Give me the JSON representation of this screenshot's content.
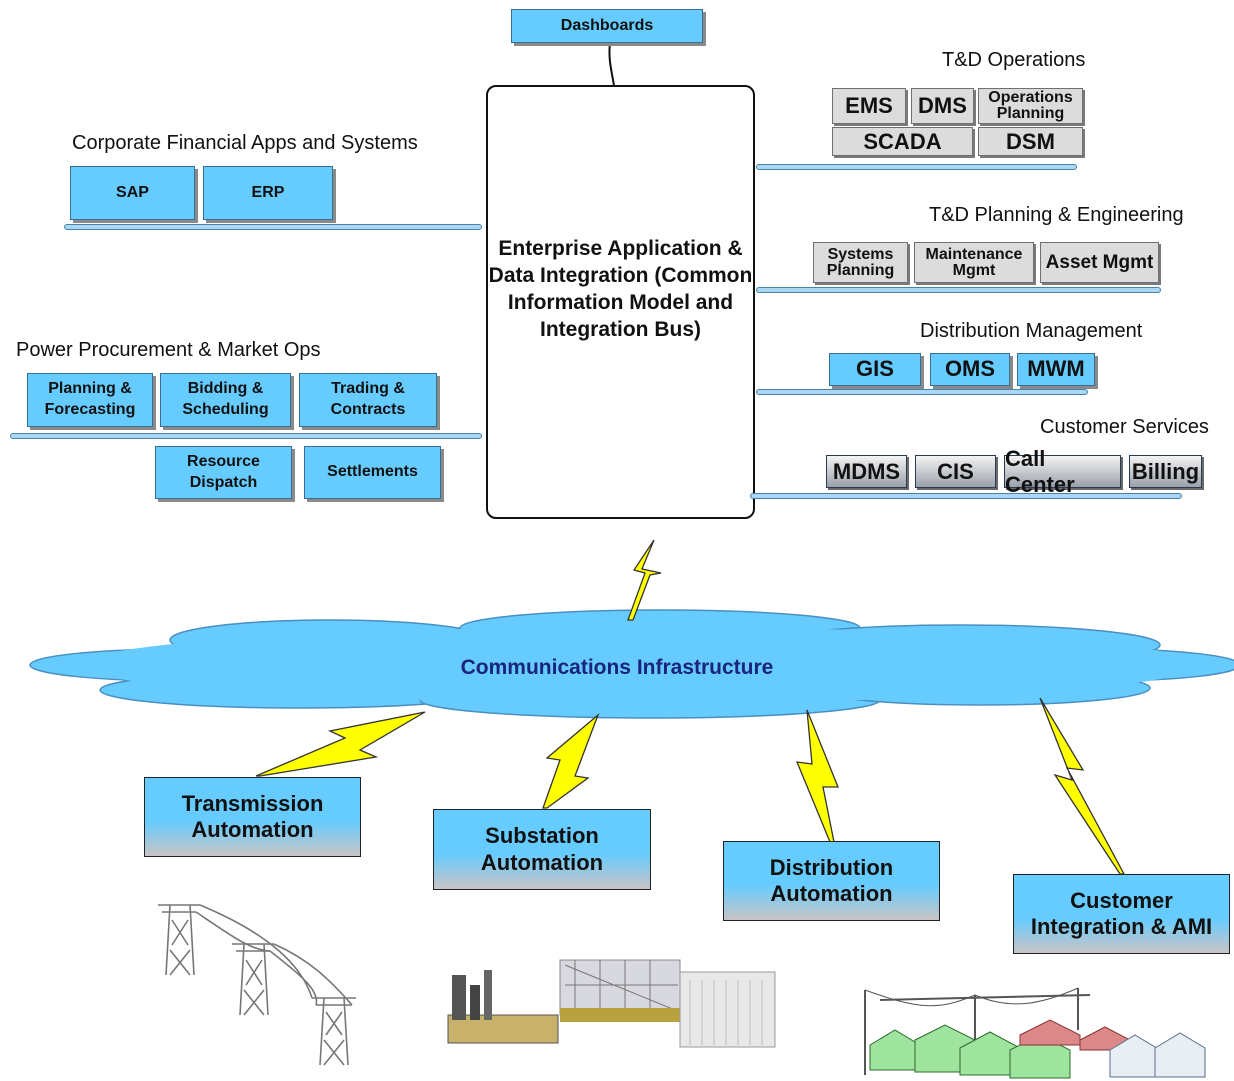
{
  "top": {
    "dashboards": "Dashboards"
  },
  "center": {
    "title": "Enterprise Application & Data Integration (Common Information Model and Integration Bus)"
  },
  "corporate": {
    "heading": "Corporate Financial Apps and Systems",
    "items": [
      "SAP",
      "ERP"
    ]
  },
  "power": {
    "heading": "Power Procurement & Market Ops",
    "planning": [
      "Planning &",
      "Forecasting"
    ],
    "bidding": [
      "Bidding &",
      "Scheduling"
    ],
    "trading": [
      "Trading &",
      "Contracts"
    ],
    "resource": [
      "Resource",
      "Dispatch"
    ],
    "settlements": "Settlements"
  },
  "td_ops": {
    "heading": "T&D Operations",
    "ems": "EMS",
    "dms": "DMS",
    "opplan": [
      "Operations",
      "Planning"
    ],
    "scada": "SCADA",
    "dsm": "DSM"
  },
  "td_plan": {
    "heading": "T&D Planning & Engineering",
    "sysplan": [
      "Systems",
      "Planning"
    ],
    "maint": [
      "Maintenance",
      "Mgmt"
    ],
    "asset": "Asset Mgmt"
  },
  "dist_mgmt": {
    "heading": "Distribution Management",
    "items": [
      "GIS",
      "OMS",
      "MWM"
    ]
  },
  "customer_services": {
    "heading": "Customer Services",
    "items": [
      "MDMS",
      "CIS",
      "Call Center",
      "Billing"
    ]
  },
  "cloud": {
    "label": "Communications Infrastructure"
  },
  "automation": {
    "transmission": [
      "Transmission",
      "Automation"
    ],
    "substation": [
      "Substation",
      "Automation"
    ],
    "distribution": [
      "Distribution",
      "Automation"
    ],
    "customer": [
      "Customer",
      "Integration & AMI"
    ]
  },
  "colors": {
    "box_blue": "#66ccff",
    "bolt_yellow": "#ffff00",
    "cloud_text": "#1a237e"
  }
}
